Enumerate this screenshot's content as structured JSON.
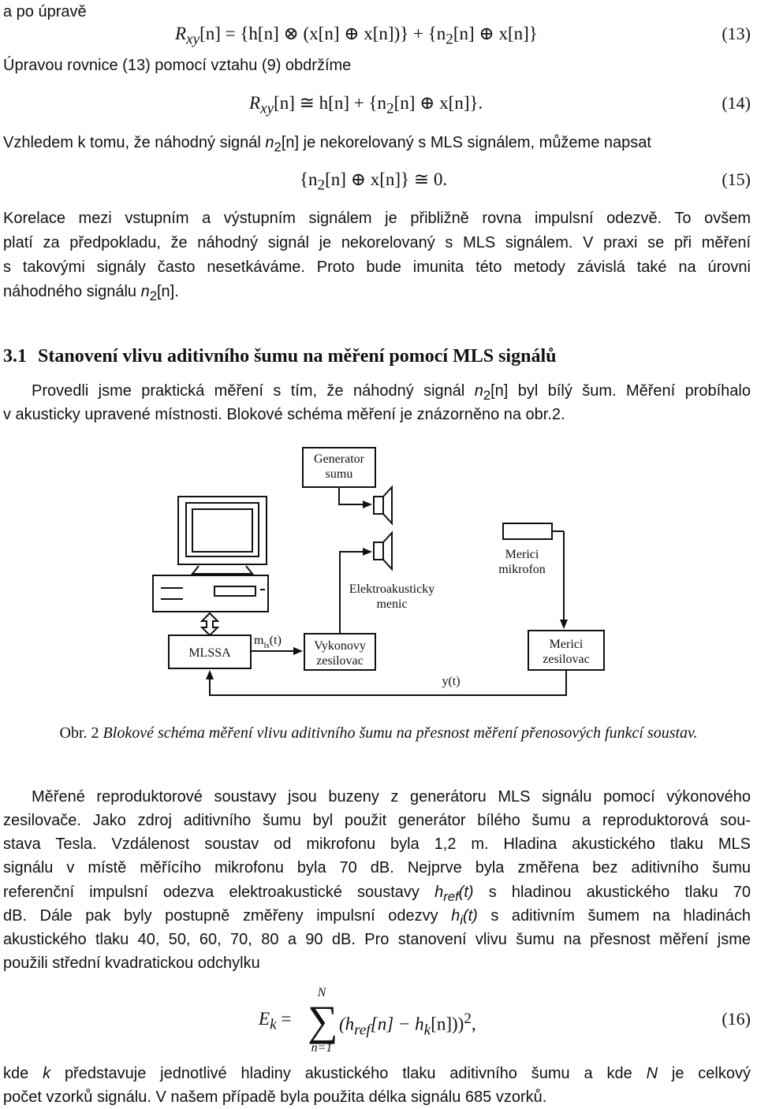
{
  "intro": {
    "after_edit": "a po úpravě"
  },
  "eq13": {
    "lhs": "R",
    "sub": "xy",
    "body": "[n] = {h[n] ⊗ (x[n] ⊕ x[n])} + {n",
    "sub2": "2",
    "body2": "[n] ⊕ x[n]}",
    "number": "(13)"
  },
  "para_edit": "Úpravou rovnice (13) pomocí vztahu (9) obdržíme",
  "eq14": {
    "lhs": "R",
    "sub": "xy",
    "body": "[n] ≅ h[n] + {n",
    "sub2": "2",
    "body2": "[n] ⊕ x[n]}.",
    "number": "(14)"
  },
  "para_noise": {
    "a": "Vzhledem k tomu, že náhodný signál ",
    "var": "n",
    "sub": "2",
    "idx": "[n]",
    "b": " je nekorelovaný s MLS signálem, můžeme napsat"
  },
  "eq15": {
    "a": "{n",
    "sub": "2",
    "b": "[n] ⊕ x[n]} ≅ 0.",
    "number": "(15)"
  },
  "para_corr": {
    "l1": "Korelace mezi vstupním a výstupním signálem je přibližně rovna impulsní odezvě. To ovšem",
    "l2": "platí za předpokladu, že náhodný signál je nekorelovaný s MLS signálem. V praxi se při měření",
    "l3": "s takovými signály často nesetkáváme. Proto bude imunita této metody závislá také na úrovni",
    "l4a": "náhodného signálu ",
    "l4var": "n",
    "l4sub": "2",
    "l4b": "[n]."
  },
  "section": {
    "number": "3.1",
    "title": "Stanovení vlivu aditivního šumu na měření pomocí MLS signálů"
  },
  "para_meas": {
    "l1a": "Provedli jsme praktická měření s tím, že náhodný signál ",
    "l1var": "n",
    "l1sub": "2",
    "l1b": "[n] byl bílý šum. Měření probíhalo",
    "l2": "v akusticky upravené místnosti. Blokové schéma měření je znázorněno na obr.2."
  },
  "diagram": {
    "generator_l1": "Generator",
    "generator_l2": "sumu",
    "merici_mic_l1": "Merici",
    "merici_mic_l2": "mikrofon",
    "elektro_l1": "Elektroakusticky",
    "elektro_l2": "menic",
    "mlssa": "MLSSA",
    "mls_label": "m",
    "mls_sub": "ls",
    "mls_t": "(t)",
    "vykonovy_l1": "Vykonovy",
    "vykonovy_l2": "zesilovac",
    "merici_zes_l1": "Merici",
    "merici_zes_l2": "zesilovac",
    "yt": "y(t)"
  },
  "caption": {
    "label": "Obr. 2 ",
    "text": "Blokové schéma měření vlivu aditivního šumu na přesnost měření přenosových funkcí soustav."
  },
  "para_method": {
    "l1": "Měřené reproduktorové soustavy jsou buzeny z generátoru MLS signálu pomocí výkonového",
    "l2": "zesilovače. Jako zdroj aditivního šumu byl použit generátor bílého šumu a reproduktorová sou-",
    "l3": "stava Tesla. Vzdálenost soustav od mikrofonu byla 1,2 m. Hladina akustického tlaku MLS",
    "l4": "signálu v místě měřícího mikrofonu byla 70 dB. Nejprve byla změřena bez aditivního šumu",
    "l5a": "referenční impulsní odezva elektroakustické soustavy ",
    "l5var": "h",
    "l5sub": "ref",
    "l5arg": "(t)",
    "l5b": " s hladinou akustického tlaku 70",
    "l6a": "dB. Dále pak byly postupně změřeny impulsní odezvy ",
    "l6var": "h",
    "l6sub": "i",
    "l6arg": "(t)",
    "l6b": " s aditivním šumem na hladinách",
    "l7": "akustického tlaku 40, 50, 60, 70, 80 a 90 dB. Pro stanovení vlivu šumu na přesnost měření jsme",
    "l8": "použili střední kvadratickou odchylku"
  },
  "eq16": {
    "lhs": "E",
    "lhs_sub": "k",
    "eq": "=",
    "upper": "N",
    "sigma": "∑",
    "lower": "n=1",
    "term_a": "(h",
    "term_sub": "ref",
    "term_b": "[n] − h",
    "term_sub2": "k",
    "term_c": "[n]))",
    "sup": "2",
    "tail": ",",
    "number": "(16)"
  },
  "para_final": {
    "l1a": "kde ",
    "l1var": "k",
    "l1b": " představuje jednotlivé hladiny akustického tlaku aditivního šumu a kde ",
    "l1var2": "N",
    "l1c": " je celkový",
    "l2": "počet vzorků signálu. V našem případě byla použita délka signálu 685 vzorků."
  }
}
